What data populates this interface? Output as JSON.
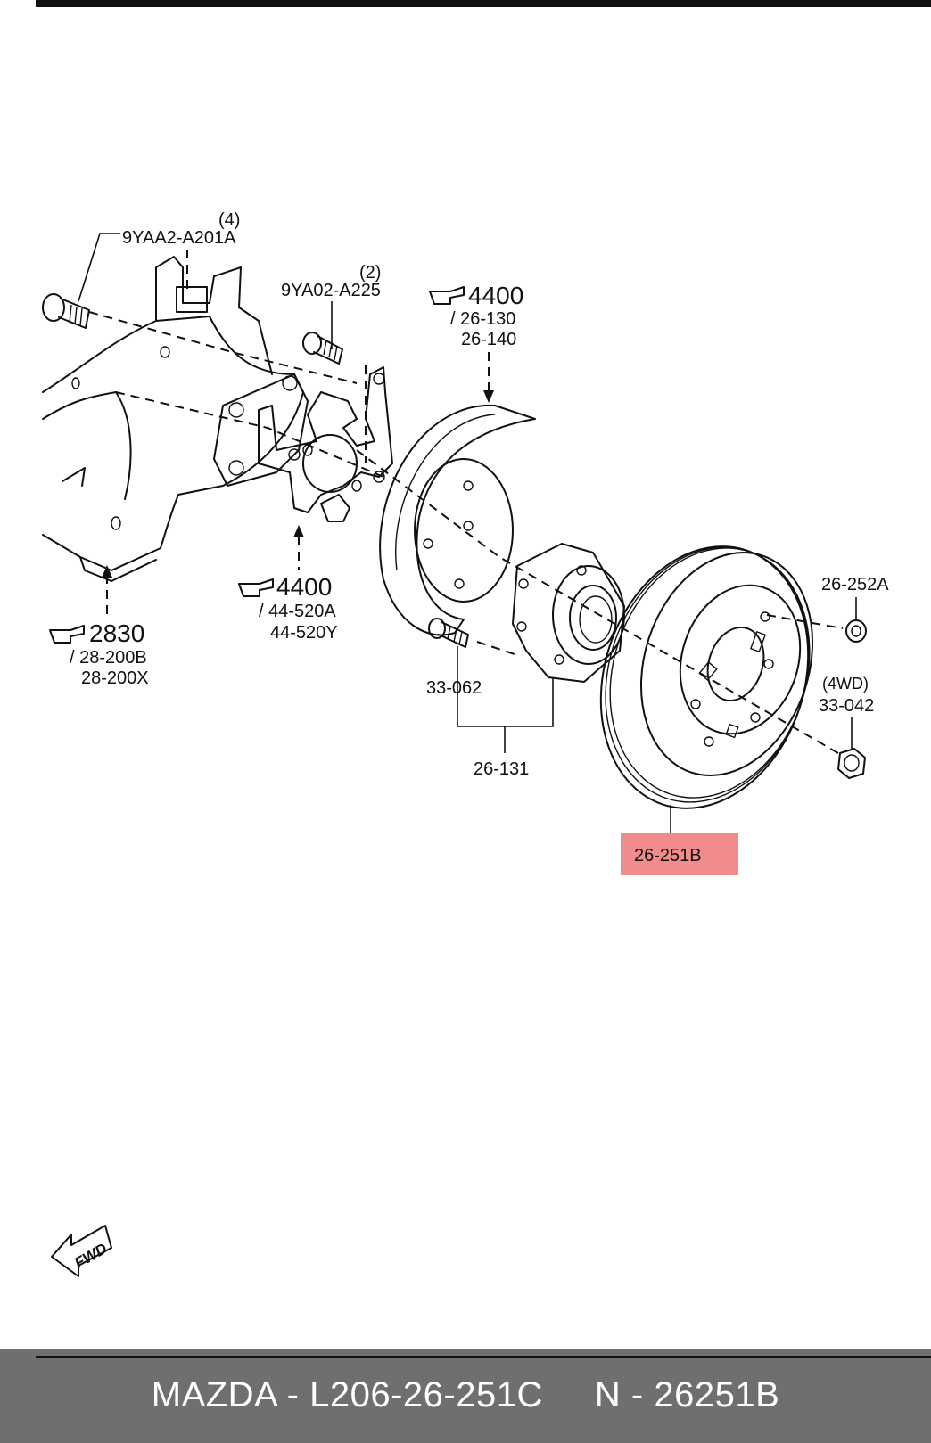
{
  "callouts": {
    "bolt_top_part": "9YAA2-A201A",
    "bolt_top_qty": "(4)",
    "bolt_mid_part": "9YA02-A225",
    "bolt_mid_qty": "(2)",
    "ref_dust_cover_page": "4400",
    "ref_dust_cover_a": "/ 26-130",
    "ref_dust_cover_b": "26-140",
    "ref_bracket_page": "4400",
    "ref_bracket_a": "/ 44-520A",
    "ref_bracket_b": "44-520Y",
    "ref_knuckle_page": "2830",
    "ref_knuckle_a": "/ 28-200B",
    "ref_knuckle_b": "28-200X",
    "hub_bolt": "33-062",
    "hub_assembly": "26-131",
    "disc_screw": "26-252A",
    "wheel_nut_note": "(4WD)",
    "wheel_nut": "33-042",
    "brake_disc": "26-251B",
    "fwd_arrow": "FWD"
  },
  "highlight": {
    "part": "26-251B",
    "color": "#f28b8b"
  },
  "footer": {
    "text": "MAZDA - L206-26-251C     N - 26251B",
    "background": "#6f6f6f",
    "color": "#ffffff"
  },
  "icons": {
    "reference": "pointing-hand-icon",
    "direction": "fwd-arrow-icon"
  }
}
